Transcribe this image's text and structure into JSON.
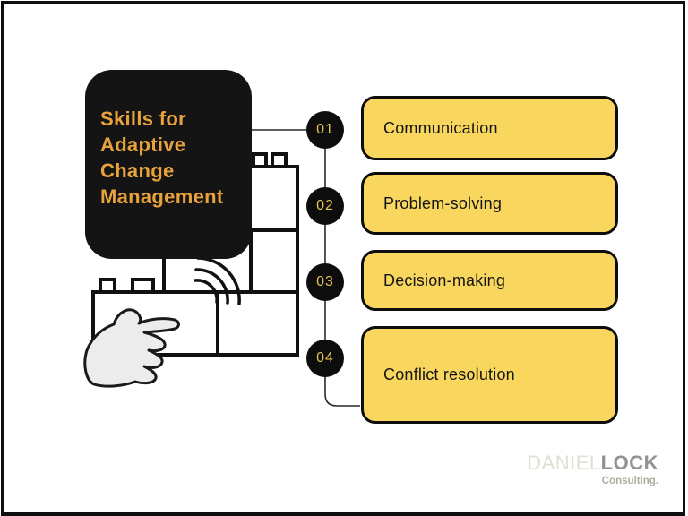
{
  "title": "Skills for\nAdaptive\nChange\nManagement",
  "steps": [
    {
      "number": "01",
      "label": "Communication"
    },
    {
      "number": "02",
      "label": "Problem-solving"
    },
    {
      "number": "03",
      "label": "Decision-making"
    },
    {
      "number": "04",
      "label": "Conflict resolution"
    }
  ],
  "branding": {
    "name_primary": "DANIEL",
    "name_secondary": "LOCK",
    "tagline": "Consulting."
  },
  "icons": {
    "illustration": "lego-bricks-icon",
    "hand": "pointing-hand-icon",
    "signal": "snap-waves-icon"
  },
  "colors": {
    "card_yellow": "#F9D65E",
    "title_orange": "#E8A23C",
    "number_gold": "#E6C254",
    "ink_black": "#111111",
    "hand_fill": "#ECECEC",
    "logo_light": "#E0DFD3",
    "logo_dark": "#929292",
    "logo_tagline": "#AEAE9C"
  }
}
